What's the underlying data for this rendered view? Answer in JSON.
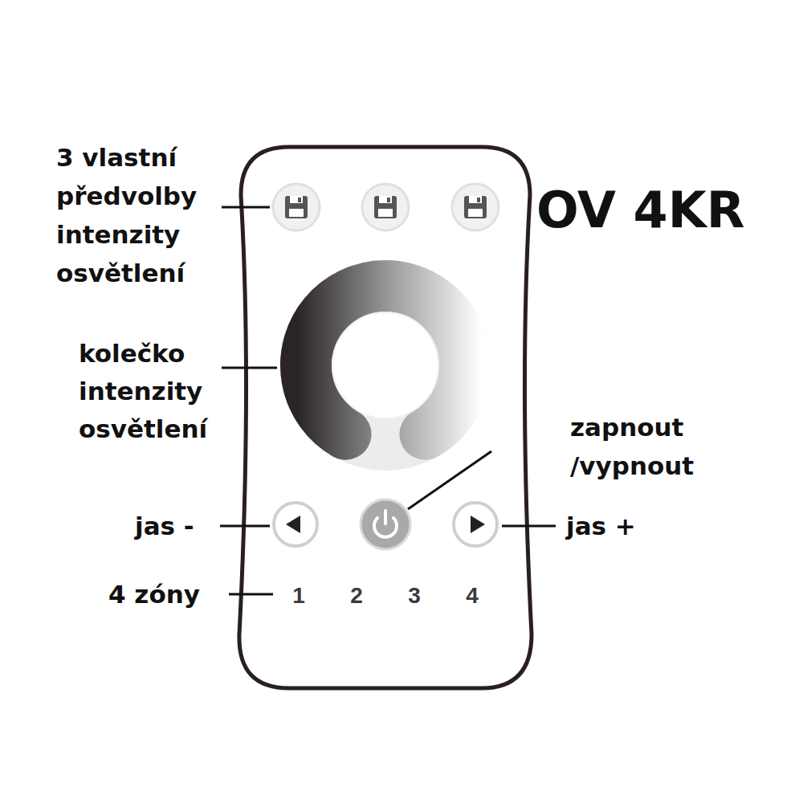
{
  "diagram": {
    "title": "OV 4KR",
    "labels": [
      "3 vlastní předvolby intenzity osvětlení",
      "kolečko intenzity osvětlení",
      "zapnout /vypnout",
      "jas -",
      "jas +",
      "4 zóny",
      "1",
      "2",
      "3",
      "4"
    ]
  }
}
